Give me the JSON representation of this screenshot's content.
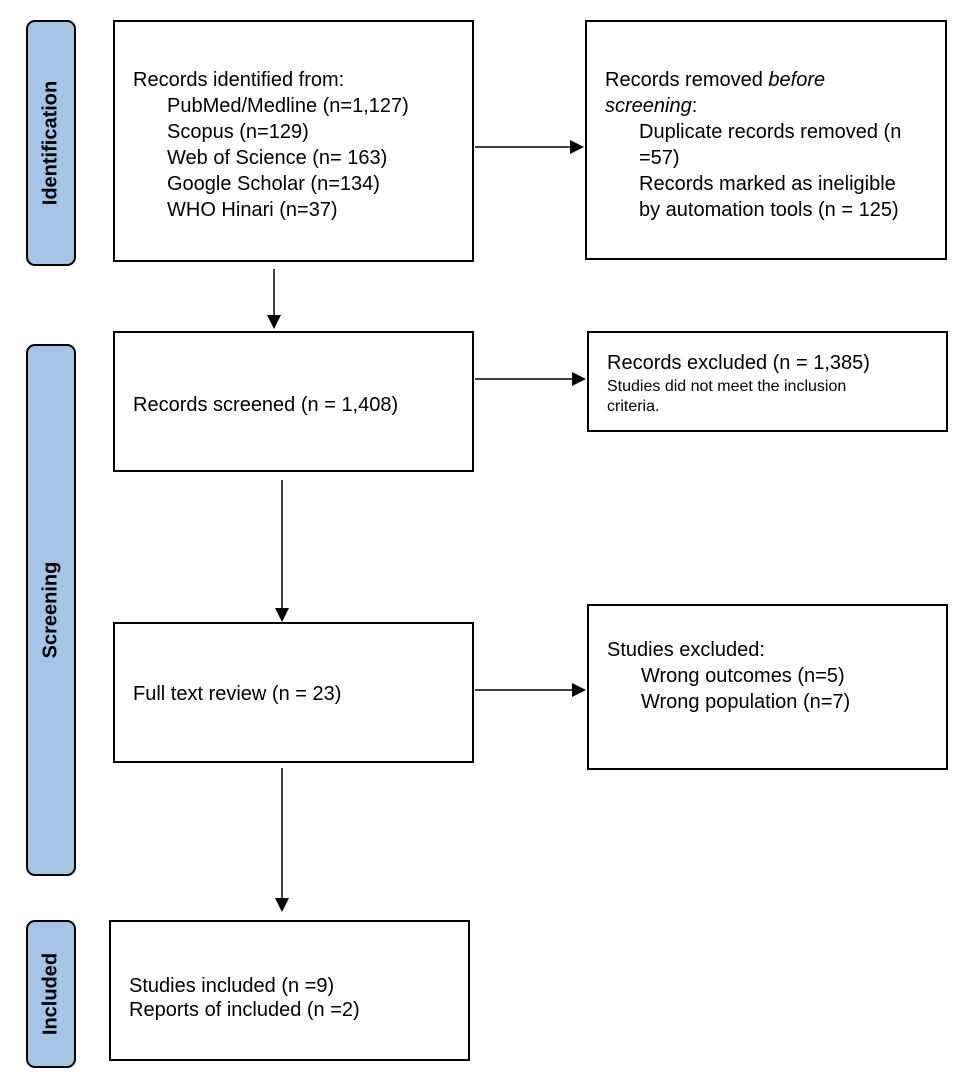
{
  "stages": {
    "identification": "Identification",
    "screening": "Screening",
    "included": "Included"
  },
  "identified": {
    "heading": "Records identified from:",
    "sources": [
      "PubMed/Medline (n=1,127)",
      "Scopus (n=129)",
      "Web of Science (n= 163)",
      "Google Scholar (n=134)",
      "WHO Hinari (n=37)"
    ]
  },
  "removed": {
    "heading_prefix": "Records removed ",
    "heading_emphasis": "before screening",
    "heading_suffix": ":",
    "items": [
      "Duplicate records removed (n =57)",
      "Records marked as ineligible by automation tools (n = 125)"
    ]
  },
  "screened": {
    "text": "Records screened (n = 1,408)"
  },
  "excluded": {
    "heading": "Records excluded (n = 1,385)",
    "note": "Studies did not meet the inclusion criteria."
  },
  "fulltext": {
    "text": "Full text review (n = 23)"
  },
  "studies_excluded": {
    "heading": "Studies excluded:",
    "items": [
      "Wrong outcomes (n=5)",
      "Wrong population (n=7)"
    ]
  },
  "included": {
    "items": [
      "Studies included (n =9)",
      "Reports of included (n =2)"
    ]
  },
  "colors": {
    "stage_fill": "#a6c5e6",
    "stroke": "#000000"
  }
}
